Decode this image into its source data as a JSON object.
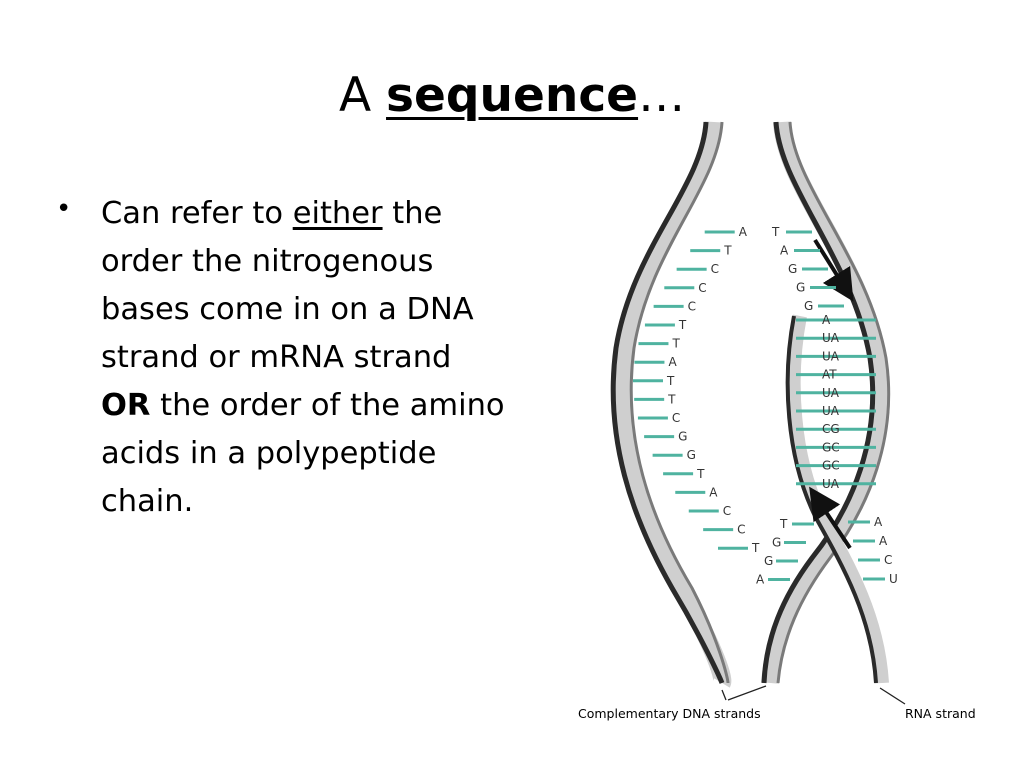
{
  "slide": {
    "title_prefix": "A ",
    "title_keyword": "sequence",
    "title_suffix": "…"
  },
  "bullet": {
    "part1": "Can refer to ",
    "emphasis_underlined": "either",
    "part2": " the order the nitrogenous bases come in on a DNA strand or mRNA strand ",
    "emphasis_bold": "OR",
    "part3": " the order of the amino acids in a polypeptide chain."
  },
  "diagram": {
    "left_strand_bases": [
      "A",
      "T",
      "C",
      "C",
      "C",
      "T",
      "T",
      "A",
      "T",
      "T",
      "C",
      "G",
      "G",
      "T",
      "A",
      "C",
      "C",
      "T"
    ],
    "right_top_bases": [
      "T",
      "A",
      "G",
      "G",
      "G"
    ],
    "rna_paired_bases": [
      "A",
      "UA",
      "UA",
      "AT",
      "UA",
      "UA",
      "CG",
      "GC",
      "GC",
      "UA"
    ],
    "right_lower_dna_bases": [
      "T",
      "G",
      "G",
      "A"
    ],
    "right_lower_rna_bases": [
      "A",
      "A",
      "C",
      "U"
    ],
    "label_dna": "Complementary DNA strands",
    "label_rna": "RNA strand",
    "colors": {
      "base_tick": "#4fb3a0",
      "strand_dark": "#2a2a2a",
      "strand_light": "#cfcfcf"
    }
  }
}
